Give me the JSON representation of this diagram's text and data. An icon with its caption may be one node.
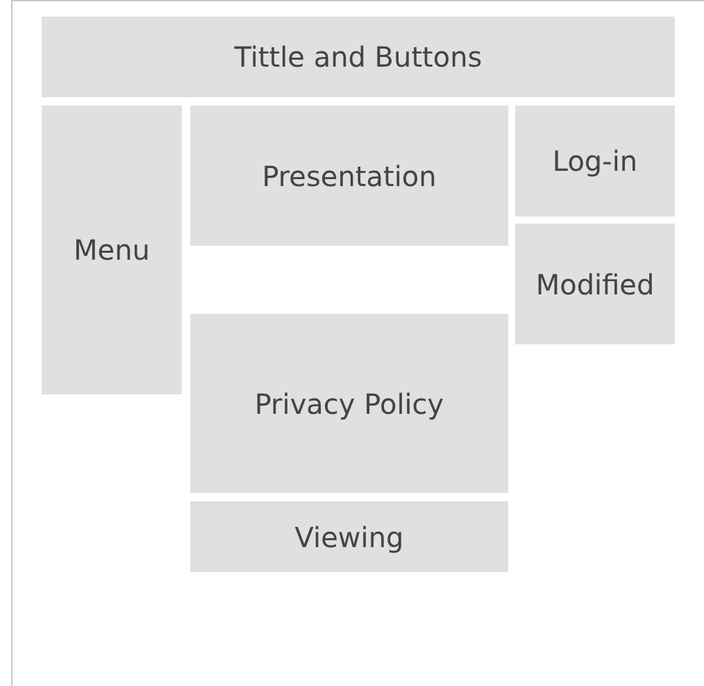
{
  "diagram": {
    "nodes": [
      {
        "text": [
          "Tittle and Buttons"
        ]
      },
      {
        "text": [
          "Menu"
        ]
      },
      {
        "text": [
          "Presentation"
        ]
      },
      {
        "text": [
          "Log-in"
        ]
      },
      {
        "text": [
          "Modified"
        ]
      },
      {
        "text": [
          "Privacy Policy"
        ]
      },
      {
        "text": [
          "Viewing"
        ]
      }
    ]
  }
}
